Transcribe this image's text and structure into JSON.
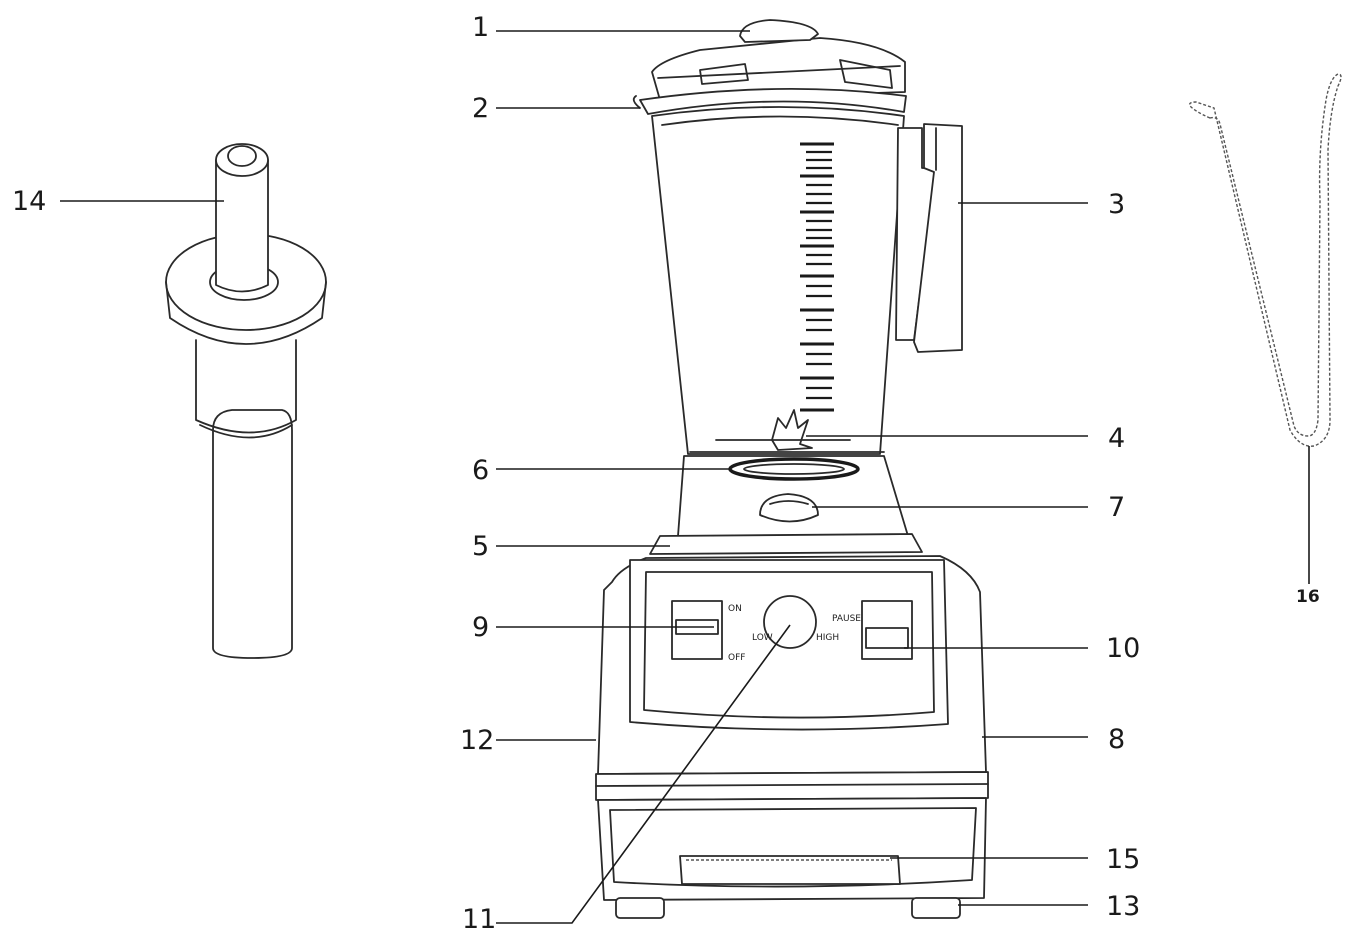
{
  "labels": {
    "l1": "1",
    "l2": "2",
    "l3": "3",
    "l4": "4",
    "l5": "5",
    "l6": "6",
    "l7": "7",
    "l8": "8",
    "l9": "9",
    "l10": "10",
    "l11": "11",
    "l12": "12",
    "l13": "13",
    "l14": "14",
    "l15": "15",
    "l16": "16"
  },
  "panel": {
    "on": "ON",
    "off": "OFF",
    "pause": "PAUSE",
    "low": "LOW",
    "high": "HIGH"
  }
}
